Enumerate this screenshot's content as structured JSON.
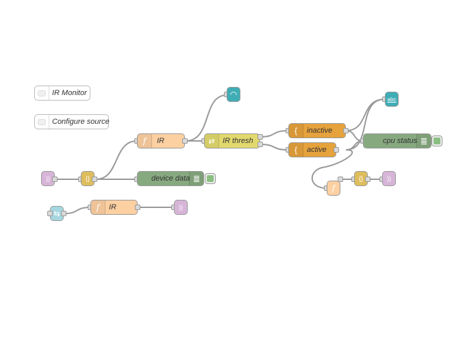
{
  "comments": {
    "ir_monitor": "IR Monitor",
    "configure_source": "Configure source"
  },
  "nodes": {
    "function_ir_top": "IR",
    "switch_ir_thresh": "IR thresh",
    "change_inactive": "inactive",
    "change_active": "active",
    "debug_cpu_status": "cpu status",
    "debug_device_data": "device data",
    "function_ir_bottom": "IR"
  },
  "icons": {
    "function": "f",
    "switch": "⇄",
    "change": "{",
    "json": "{}",
    "text_output": "abc",
    "gauge": "◠",
    "wireless": "))",
    "inject": "⇆"
  },
  "colors": {
    "function": "#fdd0a2",
    "switch": "#e2d96e",
    "change": "#e6a23c",
    "debug": "#87a980",
    "json": "#debd5c",
    "ui_widget": "#3fadb5",
    "wireless": "#d7b5d8",
    "inject": "#a6d7e0",
    "wire": "#999999"
  }
}
